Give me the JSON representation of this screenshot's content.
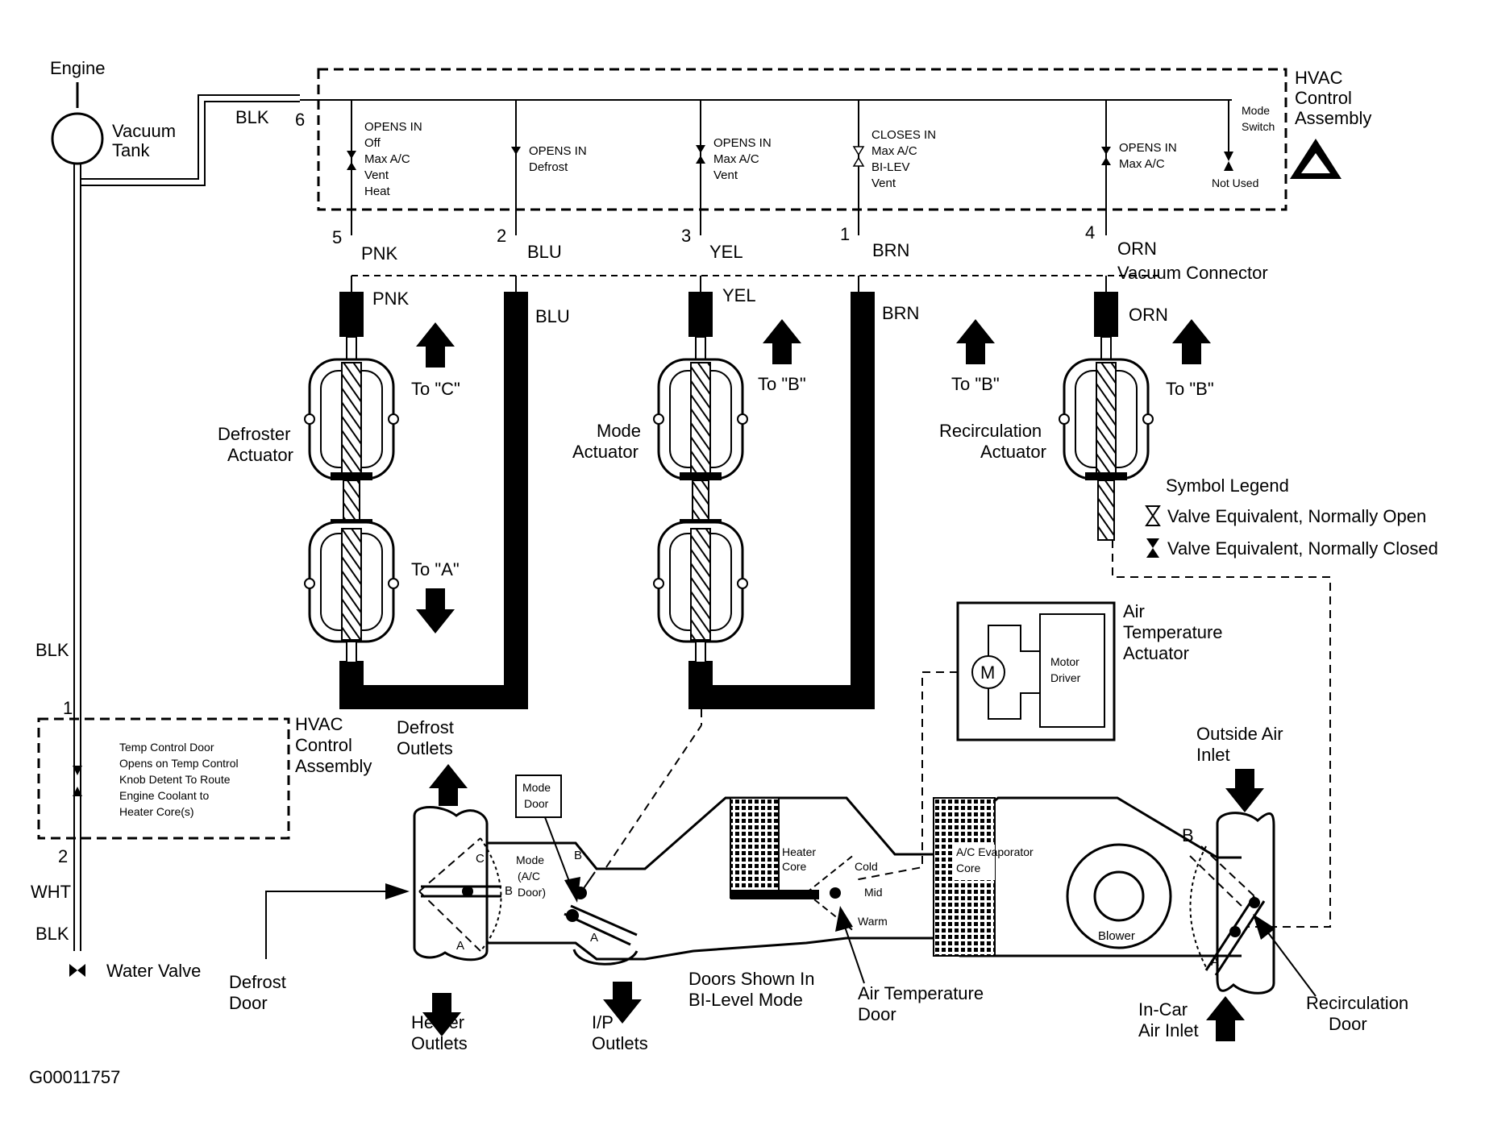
{
  "header": {
    "engine": "Engine",
    "vacuum_tank": [
      "Vacuum",
      "Tank"
    ],
    "hvac_control": [
      "HVAC",
      "Control",
      "Assembly"
    ]
  },
  "upper_panel": {
    "pin6": "6",
    "blk_top": "BLK",
    "row1": [
      "OPENS IN",
      "Off",
      "Max A/C",
      "Vent",
      "Heat"
    ],
    "row2": [
      "OPENS IN",
      "Defrost"
    ],
    "row3": [
      "OPENS IN",
      "Max A/C",
      "Vent"
    ],
    "row4": [
      "CLOSES IN",
      "Max A/C",
      "BI-LEV",
      "Vent"
    ],
    "row5": [
      "OPENS IN",
      "Max A/C"
    ],
    "mode_switch": [
      "Mode",
      "Switch"
    ],
    "not_used": "Not Used"
  },
  "connector": {
    "pins": [
      {
        "num": "5",
        "color": "PNK"
      },
      {
        "num": "2",
        "color": "BLU"
      },
      {
        "num": "3",
        "color": "YEL"
      },
      {
        "num": "1",
        "color": "BRN"
      },
      {
        "num": "4",
        "color": "ORN"
      }
    ],
    "label": "Vacuum Connector"
  },
  "hoses": {
    "pnk": "PNK",
    "blu": "BLU",
    "yel": "YEL",
    "brn": "BRN",
    "orn": "ORN"
  },
  "actuators": {
    "defroster": [
      "Defroster",
      "Actuator"
    ],
    "mode": [
      "Mode",
      "Actuator"
    ],
    "recirc": [
      "Recirculation",
      "Actuator"
    ],
    "to_c": "To \"C\"",
    "to_a": "To \"A\"",
    "to_b": "To \"B\""
  },
  "legend": {
    "title": "Symbol Legend",
    "open": "Valve Equivalent, Normally Open",
    "closed": "Valve Equivalent, Normally Closed"
  },
  "air_temp_actuator": {
    "label": [
      "Air",
      "Temperature",
      "Actuator"
    ],
    "motor": "M",
    "driver": [
      "Motor",
      "Driver"
    ]
  },
  "left_side": {
    "blk_mid": "BLK",
    "pin1": "1",
    "pin2": "2",
    "wht": "WHT",
    "blk_low": "BLK",
    "water_valve": "Water Valve",
    "temp_box": [
      "Temp Control Door",
      "Opens on Temp Control",
      "Knob Detent To Route",
      "Engine Coolant to",
      "Heater Core(s)"
    ],
    "hvac_control2": [
      "HVAC",
      "Control",
      "Assembly"
    ]
  },
  "ducts": {
    "defrost_outlets": [
      "Defrost",
      "Outlets"
    ],
    "mode_door_box": [
      "Mode",
      "Door"
    ],
    "mode_ac_door": [
      "Mode",
      "(A/C",
      "Door)"
    ],
    "letters": {
      "c": "C",
      "b": "B",
      "a": "A"
    },
    "heater_core": [
      "Heater",
      "Core"
    ],
    "cold": "Cold",
    "mid": "Mid",
    "warm": "Warm",
    "evap_core": [
      "A/C Evaporator",
      "Core"
    ],
    "blower": "Blower",
    "outside_air": [
      "Outside Air",
      "Inlet"
    ],
    "defrost_door": [
      "Defrost",
      "Door"
    ],
    "heater_outlets": [
      "Heater",
      "Outlets"
    ],
    "ip_outlets": [
      "I/P",
      "Outlets"
    ],
    "doors_shown": [
      "Doors Shown In",
      "BI-Level Mode"
    ],
    "air_temp_door": [
      "Air Temperature",
      "Door"
    ],
    "in_car": [
      "In-Car",
      "Air Inlet"
    ],
    "recirc_door": [
      "Recirculation",
      "Door"
    ]
  },
  "figure_id": "G00011757"
}
